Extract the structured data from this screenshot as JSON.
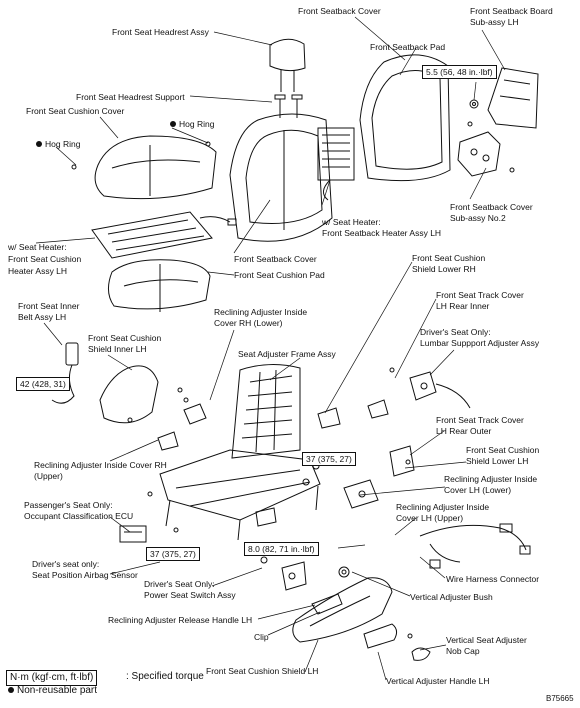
{
  "labels": {
    "headrest": "Front Seat Headrest Assy",
    "seatback_cover_top": "Front Seatback Cover",
    "seatback_board": [
      "Front Seatback Board",
      "Sub-assy LH"
    ],
    "seatback_pad": "Front Seatback Pad",
    "torque_board": "5.5 (56, 48 in.·lbf)",
    "headrest_support": "Front Seat Headrest Support",
    "cushion_cover": "Front Seat Cushion Cover",
    "hog_ring_left": "Hog Ring",
    "hog_ring_right": "Hog Ring",
    "seatback_cover_no2": [
      "Front Seatback Cover",
      "Sub-assy No.2"
    ],
    "seatback_heater": [
      "w/ Seat Heater:",
      "Front Seatback Heater Assy LH"
    ],
    "cushion_heater": [
      "w/ Seat Heater:",
      "Front Seat Cushion",
      "Heater Assy LH"
    ],
    "seatback_cover_mid": "Front Seatback Cover",
    "cushion_pad": "Front Seat Cushion Pad",
    "shield_lower_rh": [
      "Front Seat Cushion",
      "Shield Lower RH"
    ],
    "track_cover_inner": [
      "Front Seat Track Cover",
      "LH Rear Inner"
    ],
    "inner_belt": [
      "Front Seat Inner",
      "Belt Assy LH"
    ],
    "shield_inner": [
      "Front Seat Cushion",
      "Shield Inner LH"
    ],
    "recl_inside_rh_lower": [
      "Reclining Adjuster Inside",
      "Cover RH (Lower)"
    ],
    "lumbar": [
      "Driver's Seat Only:",
      "Lumbar Suppport Adjuster Assy"
    ],
    "torque_belt": "42 (428, 31)",
    "frame_assy": "Seat Adjuster Frame Assy",
    "track_cover_outer": [
      "Front Seat Track Cover",
      "LH Rear Outer"
    ],
    "recl_inside_rh_upper": [
      "Reclining Adjuster Inside Cover RH",
      "(Upper)"
    ],
    "torque_frame": "37 (375, 27)",
    "shield_lower_lh": [
      "Front Seat Cushion",
      "Shield Lower LH"
    ],
    "recl_inside_lh_lower": [
      "Reclining Adjuster Inside",
      "Cover LH (Lower)"
    ],
    "passenger_ecu": [
      "Passenger's Seat Only:",
      "Occupant Classification ECU"
    ],
    "recl_inside_lh_upper": [
      "Reclining Adjuster Inside",
      "Cover LH (Upper)"
    ],
    "torque_track": "37 (375, 27)",
    "torque_switch": "8.0 (82, 71 in.·lbf)",
    "airbag_sensor": [
      "Driver's seat only:",
      "Seat Position Airbag Sensor"
    ],
    "power_switch": [
      "Driver's Seat Only:",
      "Power Seat Switch Assy"
    ],
    "wire_connector": "Wire Harness Connector",
    "vertical_bush": "Vertical Adjuster Bush",
    "release_handle": "Reclining Adjuster Release Handle LH",
    "clip": "Clip",
    "nob_cap": [
      "Vertical Seat Adjuster",
      "Nob Cap"
    ],
    "shield_lh": "Front Seat Cushion Shield LH",
    "vertical_handle": "Vertical Adjuster Handle LH"
  },
  "legend": {
    "torque_unit": "N·m (kgf·cm, ft·lbf)",
    "torque_desc": ": Specified torque",
    "non_reusable": "Non-reusable part"
  },
  "figure_code": "B75665"
}
